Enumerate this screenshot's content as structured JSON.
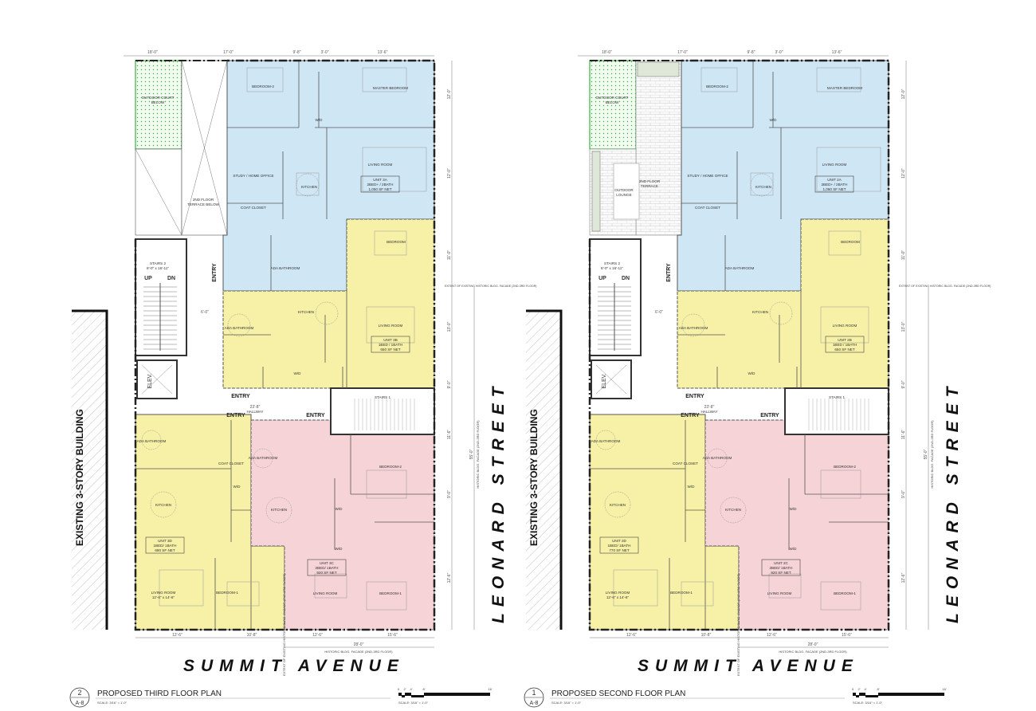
{
  "colors": {
    "unit_blue": "#cfe6f5",
    "unit_yellow": "#f6f1a6",
    "unit_pink": "#f6d3d6",
    "court_green": "#3cb043",
    "wall": "#222222"
  },
  "plans": [
    {
      "id": "third",
      "sheet_number": "2",
      "sheet_ref": "A-8",
      "title": "PROPOSED THIRD FLOOR PLAN",
      "scale_note": "SCALE: 3/16\" = 1'-0\"",
      "scale_bar": {
        "ticks": [
          "0",
          "2'",
          "4'",
          "8'",
          "16'"
        ],
        "label": "SCALE: 3/16\" = 1'-0\""
      },
      "streets": {
        "south": "SUMMIT AVENUE",
        "east": "LEONARD STREET"
      },
      "existing_building": "EXISTING 3-STORY BUILDING",
      "notes": {
        "extent": "EXTENT OF EXISTING HISTORIC BLDG. FACADE (2ND-3RD FLOOR)",
        "facade_bottom": "HISTORIC BLDG. FACADE (2ND-3RD FLOOR)",
        "facade_right": "HISTORIC BLDG. FACADE (2ND-3RD FLOOR)"
      },
      "dims": {
        "top": [
          "18'-0\"",
          "17'-0\"",
          "9'-8\"",
          "3'-0\"",
          "13'-6\""
        ],
        "bottom": [
          "12'-6\"",
          "10'-8\"",
          "12'-6\"",
          "15'-6\""
        ],
        "bottom_total": "28'-0\"",
        "right": [
          "12'-0\"",
          "12'-0\"",
          "11'-0\"",
          "13'-0\"",
          "9'-0\"",
          "11'-6\"",
          "9'-0\"",
          "12'-6\""
        ],
        "right_total": "55'-0\"",
        "hallway": "23'-8\"",
        "corridor": "6'-0\""
      },
      "terrace": {
        "court": [
          "OUTDOOR COURT",
          "BELOW"
        ],
        "terrace": [
          "2ND FLOOR",
          "TERRACE BELOW"
        ],
        "lounge": null
      },
      "rooms": {
        "a_bed2": "BEDROOM-2",
        "a_master": "MASTER BEDROOM",
        "a_study": "STUDY / HOME OFFICE",
        "a_kitchen": "KITCHEN",
        "a_living": "LIVING ROOM",
        "a_coat": "COAT CLOSET",
        "a_bath": "ADA BATHROOM",
        "stairs": "STAIRS 2",
        "stairs_dim": "8'-0\" x 16'-11\"",
        "up": "UP",
        "dn": "DN",
        "elev": "ELEV.",
        "b_bed": "BEDROOM",
        "b_kitchen": "KITCHEN",
        "b_bath": "ADA BATHROOM",
        "b_living": "LIVING ROOM",
        "d_bath": "ADA BATHROOM",
        "d_coat": "COAT CLOSET",
        "d_kitchen": "KITCHEN",
        "d_living": "LIVING ROOM",
        "d_living_dim": "12'-6\" x 14'-6\"",
        "d_bed": "BEDROOM-1",
        "c_bath": "ADA BATHROOM",
        "c_kitchen": "KITCHEN",
        "c_bed2": "BEDROOM-2",
        "c_living": "LIVING ROOM",
        "c_bed1": "BEDROOM-1",
        "hallway": "HALLWAY",
        "stairs1": "STAIRS 1",
        "wd": "W/D"
      },
      "units": {
        "a": [
          "UNIT 3A",
          "2BED+ / 2BATH",
          "1,050 SF NET"
        ],
        "b": [
          "UNIT 3B",
          "1BED / 1BATH",
          "650 SF NET"
        ],
        "d": [
          "UNIT 3D",
          "1BED/ 1BATH",
          "690 SF NET"
        ],
        "c": [
          "UNIT 3C",
          "2BED/ 1BATH",
          "920 SF NET"
        ]
      },
      "entry": "ENTRY"
    },
    {
      "id": "second",
      "sheet_number": "1",
      "sheet_ref": "A-8",
      "title": "PROPOSED SECOND FLOOR PLAN",
      "scale_note": "SCALE: 3/16\" = 1'-0\"",
      "scale_bar": {
        "ticks": [
          "0",
          "2'",
          "4'",
          "8'",
          "16'"
        ],
        "label": "SCALE: 3/16\" = 1'-0\""
      },
      "streets": {
        "south": "SUMMIT AVENUE",
        "east": "LEONARD STREET"
      },
      "existing_building": "EXISTING 3-STORY BUILDING",
      "notes": {
        "extent": "EXTENT OF EXISTING HISTORIC BLDG. FACADE (2ND-3RD FLOOR)",
        "facade_bottom": "HISTORIC BLDG. FACADE (2ND-3RD FLOOR)",
        "facade_right": "HISTORIC BLDG. FACADE (2ND-3RD FLOOR)"
      },
      "dims": {
        "top": [
          "18'-0\"",
          "17'-0\"",
          "9'-8\"",
          "3'-0\"",
          "13'-6\""
        ],
        "bottom": [
          "12'-6\"",
          "10'-8\"",
          "12'-6\"",
          "15'-6\""
        ],
        "bottom_total": "28'-0\"",
        "right": [
          "12'-0\"",
          "12'-0\"",
          "11'-0\"",
          "13'-0\"",
          "9'-0\"",
          "11'-6\"",
          "9'-0\"",
          "12'-6\""
        ],
        "right_total": "55'-0\"",
        "hallway": "23'-8\"",
        "corridor": "6'-0\""
      },
      "terrace": {
        "court": [
          "OUTDOOR COURT",
          "BELOW"
        ],
        "terrace": [
          "2ND FLOOR",
          "TERRACE"
        ],
        "lounge": [
          "OUTDOOR",
          "LOUNGE"
        ]
      },
      "rooms": {
        "a_bed2": "BEDROOM-2",
        "a_master": "MASTER BEDROOM",
        "a_study": "STUDY / HOME OFFICE",
        "a_kitchen": "KITCHEN",
        "a_living": "LIVING ROOM",
        "a_coat": "COAT CLOSET",
        "a_bath": "ADA BATHROOM",
        "stairs": "STAIRS 2",
        "stairs_dim": "8'-0\" x 16'-11\"",
        "up": "UP",
        "dn": "DN",
        "elev": "ELEV.",
        "b_bed": "BEDROOM",
        "b_kitchen": "KITCHEN",
        "b_bath": "ADA BATHROOM",
        "b_living": "LIVING ROOM",
        "d_bath": "ADA BATHROOM",
        "d_coat": "COAT CLOSET",
        "d_kitchen": "KITCHEN",
        "d_living": "LIVING ROOM",
        "d_living_dim": "12'-6\" x 14'-6\"",
        "d_bed": "BEDROOM-1",
        "c_bath": "ADA BATHROOM",
        "c_kitchen": "KITCHEN",
        "c_bed2": "BEDROOM-2",
        "c_living": "LIVING ROOM",
        "c_bed1": "BEDROOM-1",
        "hallway": "HALLWAY",
        "stairs1": "STAIRS 1",
        "wd": "W/D"
      },
      "units": {
        "a": [
          "UNIT 2A",
          "2BED+ / 2BATH",
          "1,050 SF NET"
        ],
        "b": [
          "UNIT 2B",
          "1BED / 1BATH",
          "650 SF NET"
        ],
        "d": [
          "UNIT 2D",
          "1BED/ 1BATH",
          "770 SF NET"
        ],
        "c": [
          "UNIT 2C",
          "2BED/ 1BATH",
          "920 SF NET"
        ]
      },
      "entry": "ENTRY"
    }
  ]
}
